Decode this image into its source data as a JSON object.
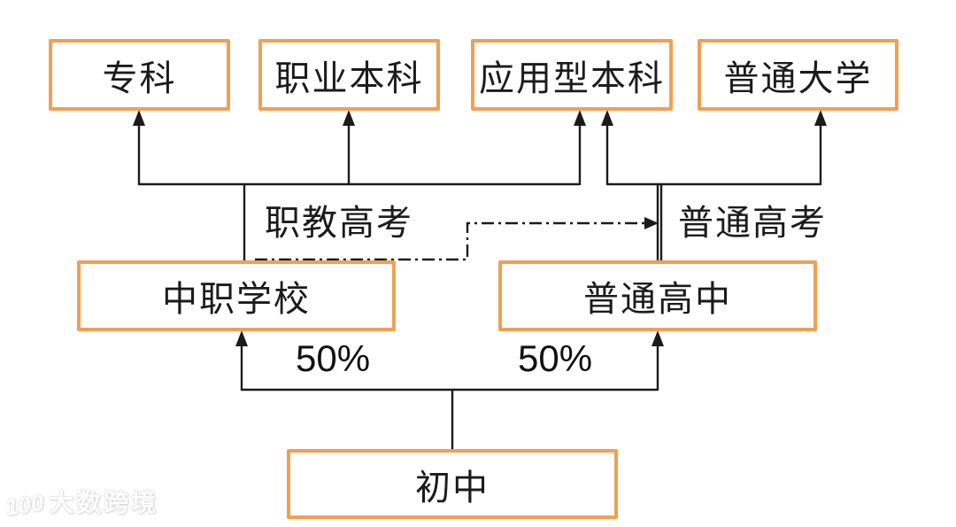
{
  "diagram": {
    "top_row": [
      {
        "label": "专科"
      },
      {
        "label": "职业本科"
      },
      {
        "label": "应用型本科"
      },
      {
        "label": "普通大学"
      }
    ],
    "mid_row": [
      {
        "label": "中职学校"
      },
      {
        "label": "普通高中"
      }
    ],
    "bottom": {
      "label": "初中"
    },
    "labels": {
      "vocational_exam": "职教高考",
      "general_exam": "普通高考",
      "left_percent": "50%",
      "right_percent": "50%"
    },
    "colors": {
      "box_border": "#F0A053",
      "line": "#1b1b1b"
    }
  },
  "watermark": {
    "logo": "100",
    "text": "大数跨境"
  }
}
